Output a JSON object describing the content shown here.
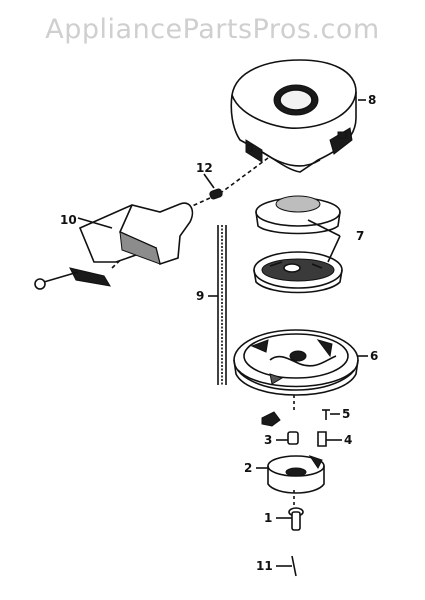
{
  "watermark": "AppliancePartsPros.com",
  "callouts": [
    "1",
    "2",
    "3",
    "4",
    "5",
    "6",
    "7",
    "8",
    "9",
    "10",
    "11",
    "12"
  ],
  "colors": {
    "ink": "#111111",
    "watermark": "#cfcfcf",
    "background": "#ffffff"
  }
}
